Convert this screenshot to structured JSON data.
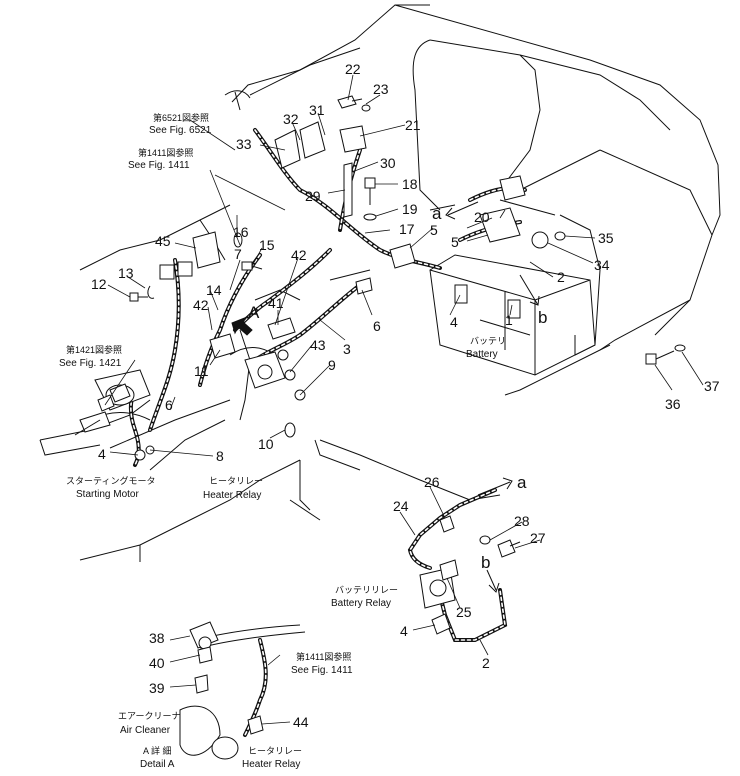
{
  "diagram": {
    "refs": {
      "fig6521_jp": "第6521図参照",
      "fig6521_en": "See Fig. 6521",
      "fig1411_jp": "第1411図参照",
      "fig1411_en": "See Fig. 1411",
      "fig1421_jp": "第1421図参照",
      "fig1421_en": "See Fig. 1421",
      "fig1411b_jp": "第1411図参照",
      "fig1411b_en": "See Fig. 1411"
    },
    "components": {
      "battery_jp": "バッテリ",
      "battery_en": "Battery",
      "starting_motor_jp": "スターティングモータ",
      "starting_motor_en": "Starting Motor",
      "heater_relay_jp": "ヒータリレー",
      "heater_relay_en": "Heater Relay",
      "battery_relay_jp": "バッテリリレー",
      "battery_relay_en": "Battery Relay",
      "air_cleaner_jp": "エアークリーナ",
      "air_cleaner_en": "Air Cleaner",
      "detail_a_jp": "A 詳 細",
      "detail_a_en": "Detail A",
      "heater_relay2_jp": "ヒータリレー",
      "heater_relay2_en": "Heater Relay"
    },
    "letters": {
      "A": "A",
      "a_top": "a",
      "b_top": "b",
      "a_bottom": "a",
      "b_bottom": "b"
    },
    "callouts": [
      "1",
      "2",
      "3",
      "4",
      "5",
      "6",
      "7",
      "8",
      "9",
      "10",
      "11",
      "12",
      "13",
      "14",
      "15",
      "16",
      "17",
      "18",
      "19",
      "20",
      "21",
      "22",
      "23",
      "24",
      "25",
      "26",
      "27",
      "28",
      "29",
      "30",
      "31",
      "32",
      "33",
      "34",
      "35",
      "36",
      "37",
      "38",
      "39",
      "40",
      "41",
      "42",
      "43",
      "44",
      "45"
    ],
    "callout_extra": {
      "n2b": "2",
      "n4b": "4",
      "n4c": "4",
      "n5b": "5",
      "n6b": "6",
      "n42b": "42"
    }
  }
}
